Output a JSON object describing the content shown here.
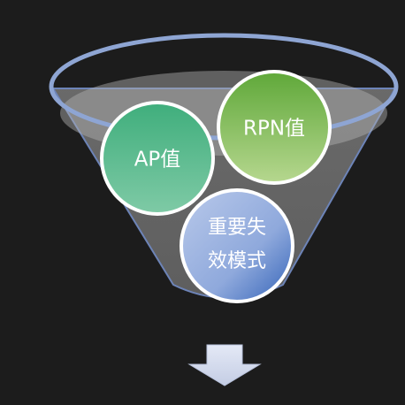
{
  "diagram": {
    "circles": [
      {
        "label_lines": [
          "AP值"
        ],
        "color": "#4db386"
      },
      {
        "label_lines": [
          "RPN值"
        ],
        "color": "#7ab84a"
      },
      {
        "label_lines": [
          "重要失",
          "效模式"
        ],
        "color": "#3f72c4"
      }
    ],
    "arrow_color": "#d6deef"
  }
}
